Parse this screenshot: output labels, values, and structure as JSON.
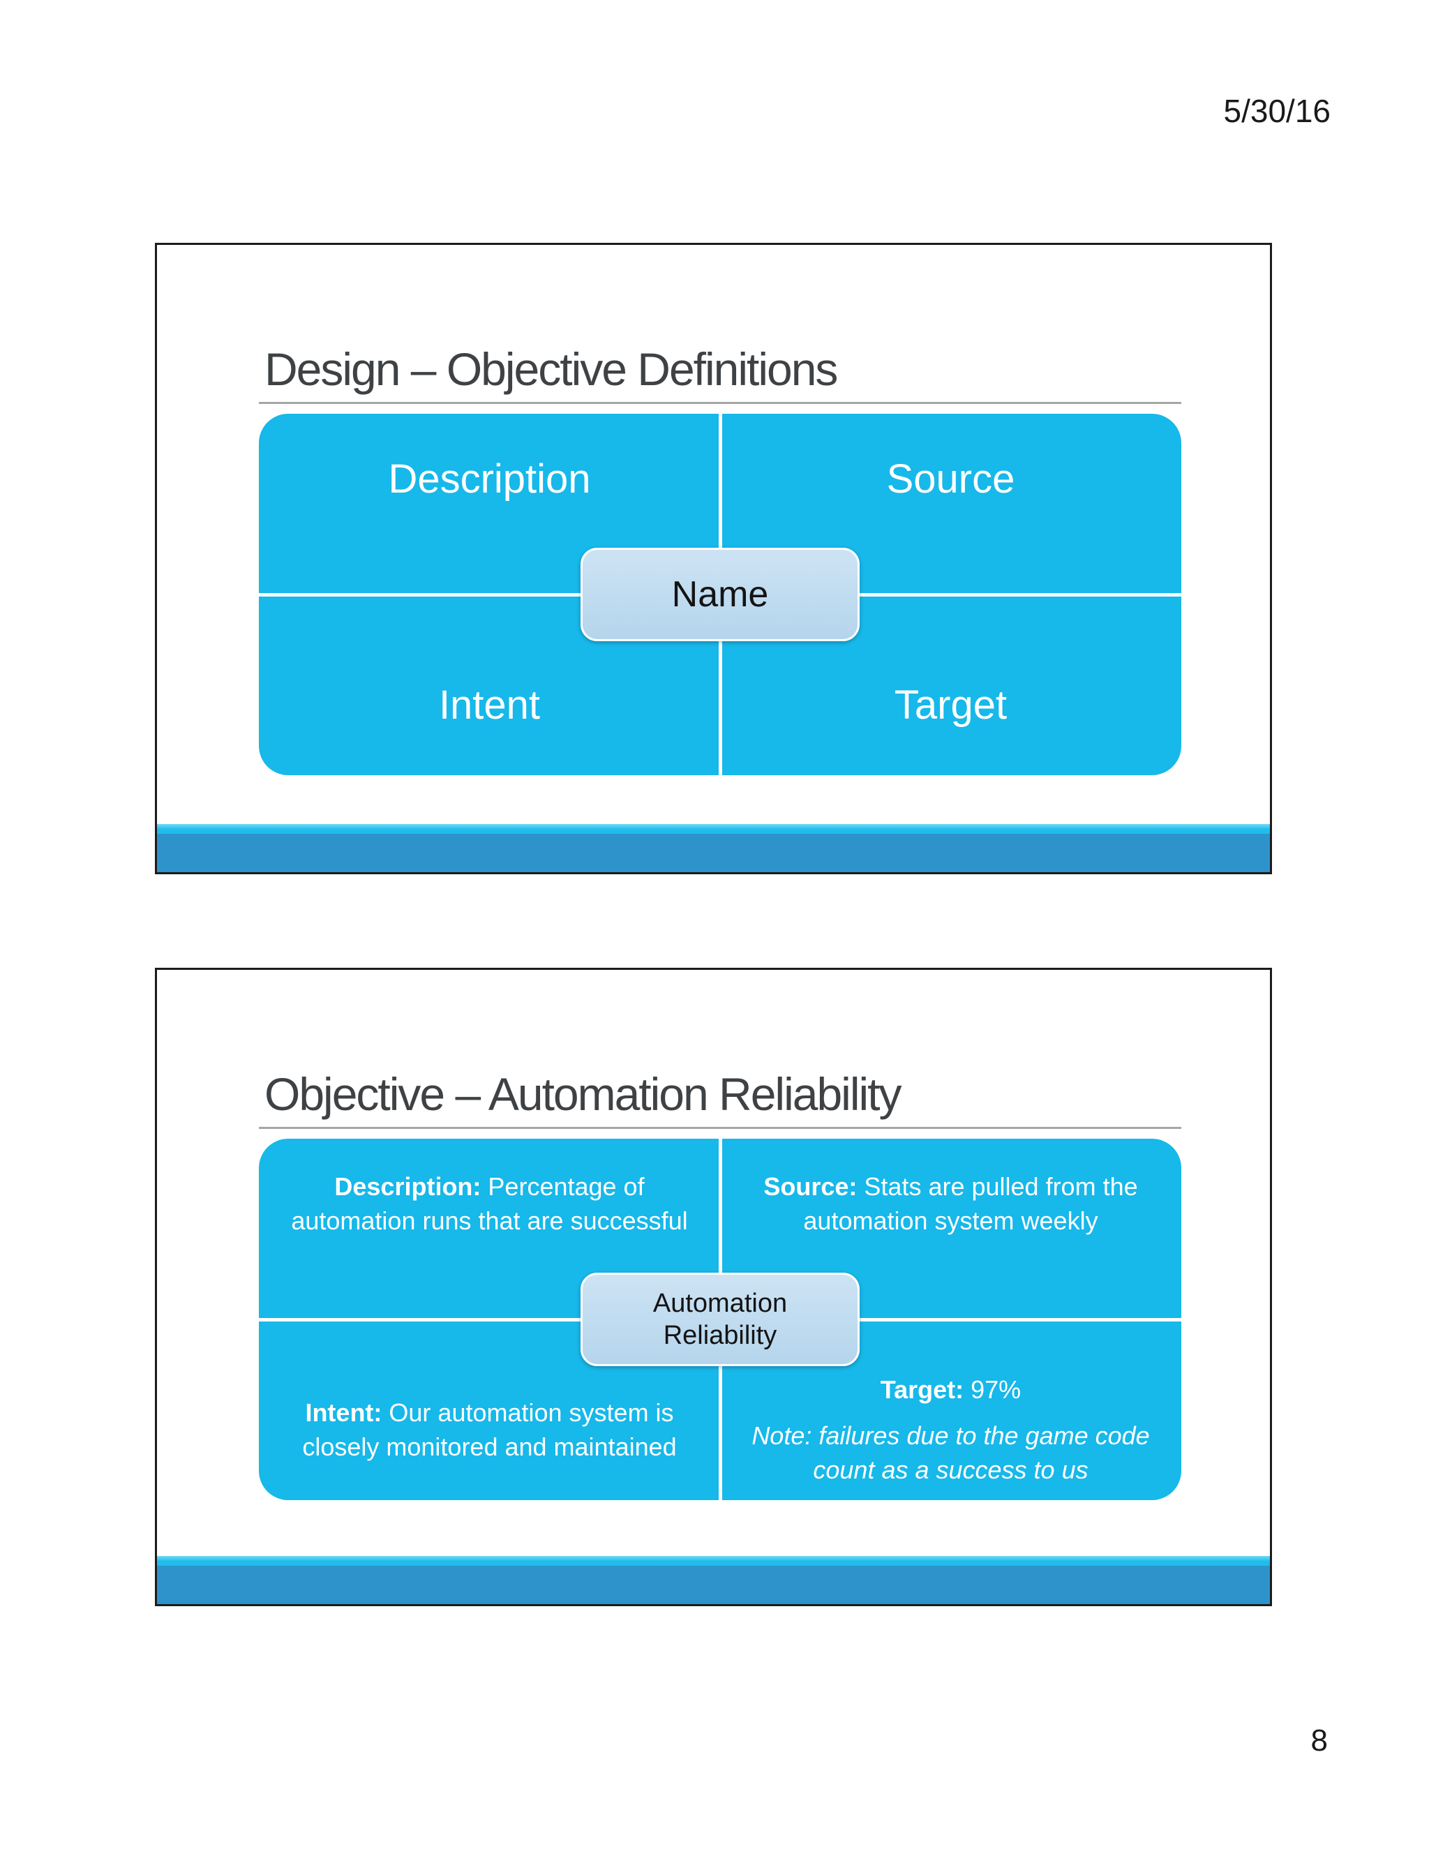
{
  "page": {
    "date": "5/30/16",
    "number": "8"
  },
  "colors": {
    "cyan": "#17b8ea",
    "bar_blue": "#2e93ca",
    "strip_cyan": "#20bcec",
    "strip_cyan_light": "#74d9f5",
    "box_light_top": "#cde3f4",
    "box_light_bottom": "#b5d5ec",
    "title_gray": "#3f4245",
    "underline_gray": "#a6a6a6",
    "slide_border": "#1c1c1c",
    "text_dark": "#1a1a1a"
  },
  "slides": [
    {
      "title": "Design – Objective Definitions",
      "quadrants": {
        "top_left": {
          "label": "Description"
        },
        "top_right": {
          "label": "Source"
        },
        "bottom_left": {
          "label": "Intent"
        },
        "bottom_right": {
          "label": "Target"
        }
      },
      "center": {
        "label": "Name"
      }
    },
    {
      "title": "Objective – Automation Reliability",
      "quadrants": {
        "top_left": {
          "bold": "Description:",
          "text": " Percentage of automation runs that are successful"
        },
        "top_right": {
          "bold": "Source:",
          "text": " Stats are pulled from the automation system weekly"
        },
        "bottom_left": {
          "bold": "Intent:",
          "text": " Our automation system is closely monitored and maintained"
        },
        "bottom_right": {
          "bold": "Target:",
          "text": " 97%",
          "note": "Note: failures due to the game code count as a success to us"
        }
      },
      "center": {
        "line1": "Automation",
        "line2": "Reliability"
      }
    }
  ]
}
